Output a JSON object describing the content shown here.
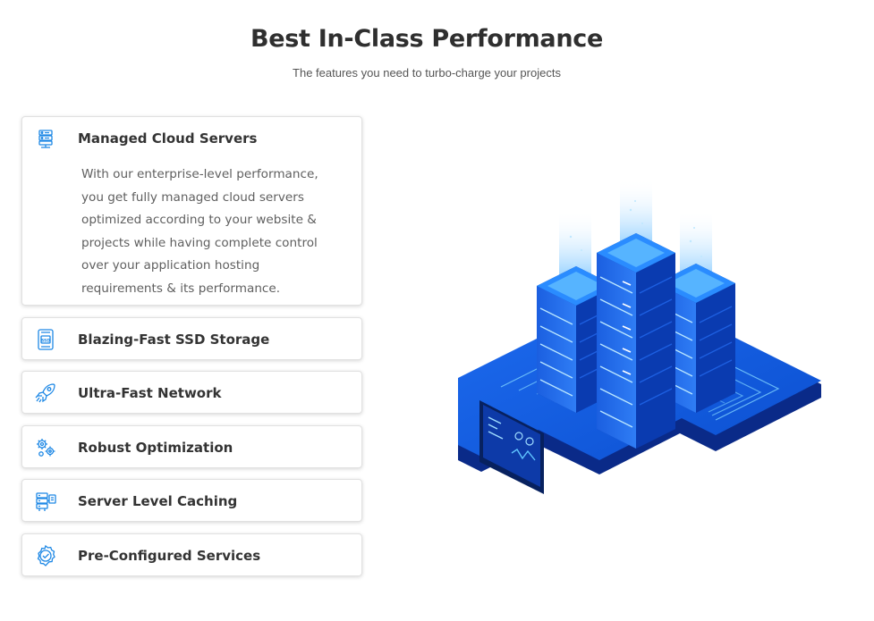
{
  "header": {
    "title": "Best In-Class Performance",
    "subtitle": "The features you need to turbo-charge your projects"
  },
  "features": [
    {
      "title": "Managed Cloud Servers",
      "icon": "cloud-server-icon",
      "expanded": true,
      "description": "With our enterprise-level performance, you get fully managed cloud servers optimized according to your website & projects while having complete control over your application hosting requirements & its performance."
    },
    {
      "title": "Blazing-Fast SSD Storage",
      "icon": "ssd-icon",
      "expanded": false
    },
    {
      "title": "Ultra-Fast Network",
      "icon": "rocket-icon",
      "expanded": false
    },
    {
      "title": "Robust Optimization",
      "icon": "gears-icon",
      "expanded": false
    },
    {
      "title": "Server Level Caching",
      "icon": "server-cache-icon",
      "expanded": false
    },
    {
      "title": "Pre-Configured Services",
      "icon": "badge-check-icon",
      "expanded": false
    }
  ],
  "colors": {
    "icon_accent": "#1e88e5",
    "heading_text": "#2f2f2f",
    "body_text": "#5f5f5f",
    "illustration_primary": "#0b57d0",
    "illustration_dark": "#0a2a88"
  },
  "illustration": {
    "name": "isometric-server-racks-illustration"
  }
}
